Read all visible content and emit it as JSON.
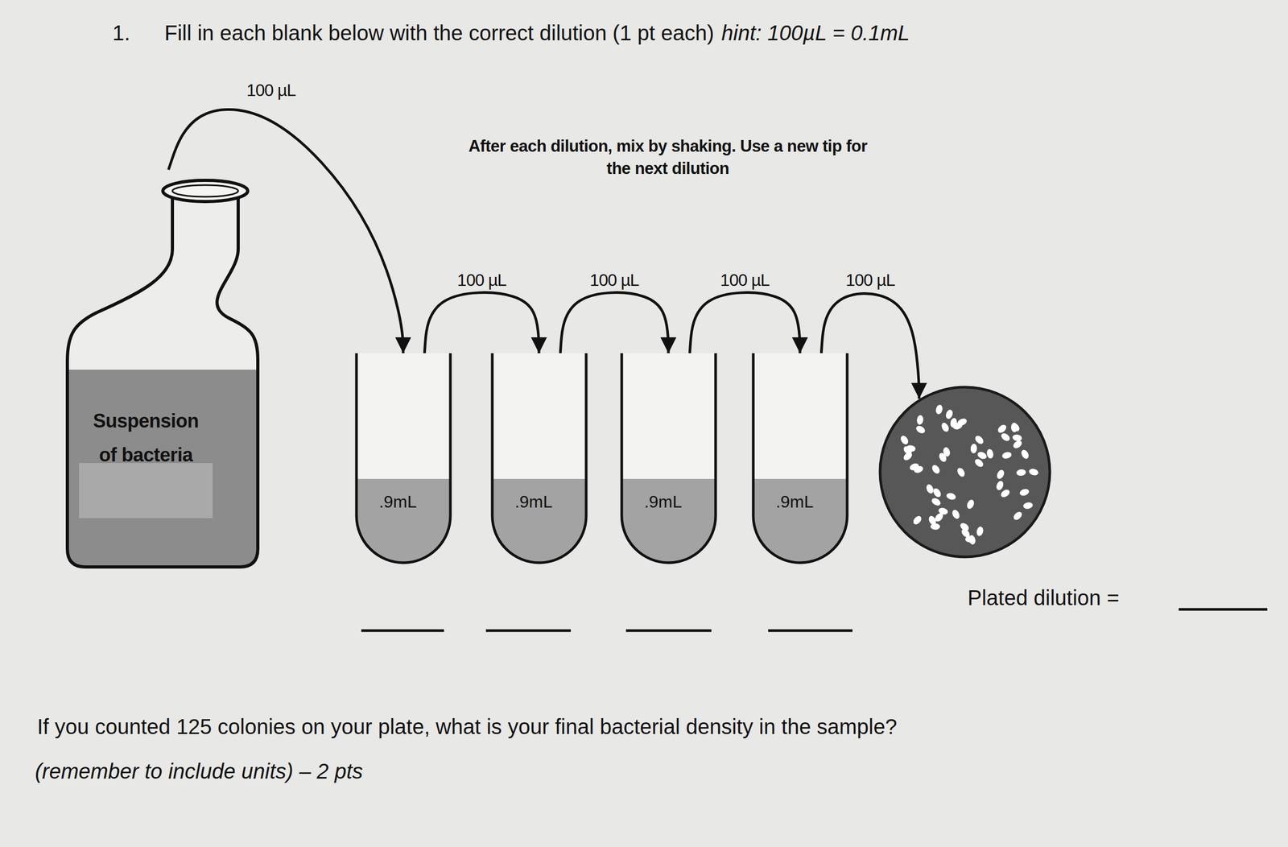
{
  "diagram": {
    "title": "Fill in each blank below with the correct dilution (1 pt each)",
    "nodes": [
      {
        "text": [
          "Suspension of bacteria"
        ]
      },
      {
        "text": [
          ".9mL"
        ]
      },
      {
        "text": [
          ".9mL"
        ]
      },
      {
        "text": [
          ".9mL"
        ]
      },
      {
        "text": [
          ".9mL"
        ]
      },
      {
        "text": [
          "Plated dilution ="
        ]
      }
    ],
    "edges": [
      {
        "from": 0,
        "to": 1,
        "label": "100 µL",
        "arrow": "to"
      },
      {
        "from": 1,
        "to": 2,
        "label": "100 µL",
        "arrow": "to"
      },
      {
        "from": 2,
        "to": 3,
        "label": "100 µL",
        "arrow": "to"
      },
      {
        "from": 3,
        "to": 4,
        "label": "100 µL",
        "arrow": "to"
      },
      {
        "from": 4,
        "to": 5,
        "label": "100 µL",
        "arrow": "to"
      }
    ],
    "labels": [
      "1.",
      "hint: 100µL = 0.1mL",
      "After each dilution, mix by shaking. Use a new tip for the next dilution",
      "If you counted 125 colonies on your plate, what is your final bacterial density in the sample?",
      "(remember to include units) – 2 pts"
    ]
  }
}
